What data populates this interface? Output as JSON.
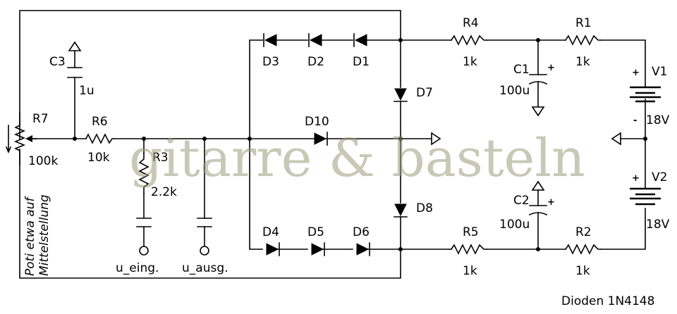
{
  "watermark": "gitarre & basteln",
  "footer_note": "Dioden 1N4148",
  "pot_note_line1": "Poti etwa auf",
  "pot_note_line2": "Mittelstellung",
  "components": {
    "R7": {
      "name": "R7",
      "value": "100k"
    },
    "R6": {
      "name": "R6",
      "value": "10k"
    },
    "R3": {
      "name": "R3",
      "value": "2.2k"
    },
    "C3": {
      "name": "C3",
      "value": "1u"
    },
    "R4": {
      "name": "R4",
      "value": "1k"
    },
    "R1": {
      "name": "R1",
      "value": "1k"
    },
    "R5": {
      "name": "R5",
      "value": "1k"
    },
    "R2": {
      "name": "R2",
      "value": "1k"
    },
    "C1": {
      "name": "C1",
      "value": "100u"
    },
    "C2": {
      "name": "C2",
      "value": "100u"
    },
    "V1": {
      "name": "V1",
      "value": "18V"
    },
    "V2": {
      "name": "V2",
      "value": "18V"
    },
    "D1": {
      "name": "D1"
    },
    "D2": {
      "name": "D2"
    },
    "D3": {
      "name": "D3"
    },
    "D4": {
      "name": "D4"
    },
    "D5": {
      "name": "D5"
    },
    "D6": {
      "name": "D6"
    },
    "D7": {
      "name": "D7"
    },
    "D8": {
      "name": "D8"
    },
    "D10": {
      "name": "D10"
    }
  },
  "terminals": {
    "input": "u_eing.",
    "output": "u_ausg."
  },
  "polarity": {
    "plus": "+",
    "minus": "-"
  }
}
